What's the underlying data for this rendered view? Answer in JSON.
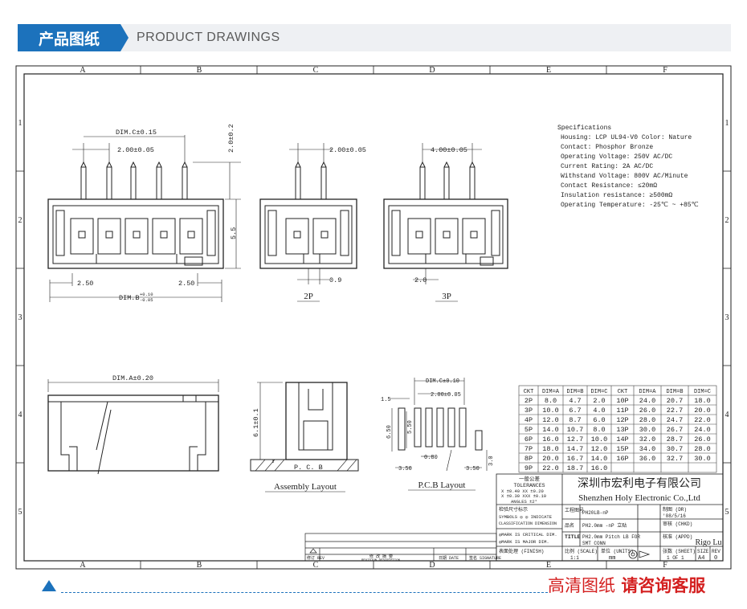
{
  "header": {
    "title_cn": "产品图纸",
    "title_en": "PRODUCT DRAWINGS"
  },
  "frame": {
    "cols": [
      "A",
      "B",
      "C",
      "D",
      "E",
      "F"
    ],
    "rows": [
      "1",
      "2",
      "3",
      "4",
      "5"
    ]
  },
  "specs": {
    "title": "Specifications",
    "lines": [
      "Housing: LCP UL94-V0 Color: Nature",
      "Contact: Phosphor Bronze",
      "Operating Voltage: 250V AC/DC",
      "Current Rating: 2A AC/DC",
      "Withstand Voltage: 800V AC/Minute",
      "Contact Resistance: ≤20mΩ",
      "Insulation resistance: ≥500mΩ",
      "Operating Temperature: -25℃ ~ +85℃"
    ]
  },
  "dims": {
    "dim_c": "DIM.C±0.15",
    "pitch_main": "2.00±0.05",
    "height_top": "2.0±0.2",
    "height_body": "5.5",
    "left_250": "2.50",
    "right_250": "2.50",
    "dim_b": "DIM.B",
    "dim_b_tol_top": "+0.10",
    "dim_b_tol_bot": "-0.05",
    "pitch_2p": "2.00±0.05",
    "dim_09": "0.9",
    "pitch_3p": "4.00±0.05",
    "dim_20": "2.0",
    "label_2p": "2P",
    "label_3p": "3P",
    "dim_a": "DIM.A±0.20",
    "dim_61": "6.1±0.1",
    "pcb_label": "P. C. B",
    "assembly_label": "Assembly Layout",
    "pcb_dim_c": "DIM.C±0.10",
    "pcb_pitch": "2.00±0.05",
    "pcb_15": "1.5",
    "pcb_650": "6.50",
    "pcb_550": "5.50",
    "pcb_080": "0.80",
    "pcb_350_l": "3.50",
    "pcb_350_r": "3.50",
    "pcb_30": "3.0",
    "pcb_layout_label": "P.C.B Layout"
  },
  "table": {
    "headers": [
      "CKT",
      "DIM=A",
      "DIM=B",
      "DIM=C",
      "CKT",
      "DIM=A",
      "DIM=B",
      "DIM=C"
    ],
    "rows": [
      [
        "2P",
        "8.0",
        "4.7",
        "2.0",
        "10P",
        "24.0",
        "20.7",
        "18.0"
      ],
      [
        "3P",
        "10.0",
        "6.7",
        "4.0",
        "11P",
        "26.0",
        "22.7",
        "20.0"
      ],
      [
        "4P",
        "12.0",
        "8.7",
        "6.0",
        "12P",
        "28.0",
        "24.7",
        "22.0"
      ],
      [
        "5P",
        "14.0",
        "10.7",
        "8.0",
        "13P",
        "30.0",
        "26.7",
        "24.0"
      ],
      [
        "6P",
        "16.0",
        "12.7",
        "10.0",
        "14P",
        "32.0",
        "28.7",
        "26.0"
      ],
      [
        "7P",
        "18.0",
        "14.7",
        "12.0",
        "15P",
        "34.0",
        "30.7",
        "28.0"
      ],
      [
        "8P",
        "20.0",
        "16.7",
        "14.0",
        "16P",
        "36.0",
        "32.7",
        "30.0"
      ],
      [
        "9P",
        "22.0",
        "18.7",
        "16.0",
        "",
        "",
        "",
        ""
      ]
    ]
  },
  "title_block": {
    "general_tol": "一般公差",
    "tolerances": "TOLERANCES",
    "tol_line1": "X  ±0.40    XX ±0.20",
    "tol_line2": "X  ±0.30   XXX ±0.10",
    "tol_line3": "ANGLES    ±2°",
    "inspect": "检验尺寸标示",
    "symbols": "SYMBOLS ◎ ◎ INDICATE",
    "classification": "CLASSIFICATION DIMENSION",
    "critical": "◎MARK IS CRITICAL DIM.",
    "major": "◎MARK IS MAJOR DIM.",
    "finish": "表面处理 (FINISH)",
    "company_cn": "深圳市宏利电子有限公司",
    "company_en": "Shenzhen Holy Electronic Co.,Ltd",
    "dwg_no_label": "工程图号",
    "dwg_no": "PH20LB-nP",
    "drawn_label": "制图 (DR)",
    "drawn_date": "'08/5/16",
    "product_label": "品名",
    "product": "PH2.0mm -nP 立贴",
    "checked_label": "审核 (CHKD)",
    "title_label": "TITLE",
    "title_line1": "PH2.0mm Pitch LB FOR",
    "title_line2": "SMT  CONN",
    "approved_label": "核准 (APPD)",
    "approved_by": "Rigo Lu",
    "scale_label": "比例 (SCALE)",
    "scale": "1:1",
    "unit_label": "单位 (UNITS)",
    "unit": "mm",
    "sheet_label": "张数 (SHEET)",
    "sheet": "1  OF  1",
    "size_label": "SIZE",
    "size": "A4",
    "rev_label": "REV",
    "rev": "0"
  },
  "revision": {
    "rev": "修订 REV",
    "desc": "修 改 摘 要",
    "desc_en": "REVISION DESCRIPTION",
    "date": "日期 DATE",
    "sign": "签名 SIGNATURE"
  },
  "footer": {
    "text_a": "高清图纸",
    "text_b": "请咨询客服"
  }
}
